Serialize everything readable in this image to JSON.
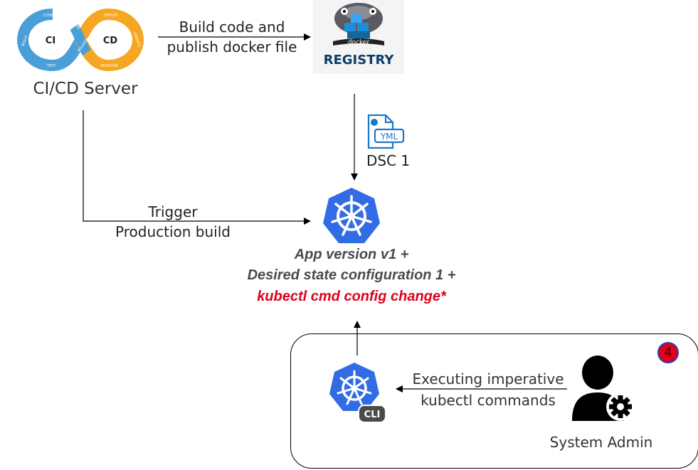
{
  "cicd": {
    "ci_text": "CI",
    "cd_text": "CD",
    "loop_labels": [
      "CODE",
      "BUILD",
      "TEST",
      "PLAN",
      "RELEASE",
      "DEPLOY",
      "OPERATE",
      "MONITOR"
    ],
    "server_label": "CI/CD Server",
    "colors": {
      "ci": "#4a9fd8",
      "cd": "#f5a623"
    }
  },
  "build_arrow": {
    "line1": "Build code and",
    "line2": "publish docker file"
  },
  "registry": {
    "docker_text": "docker",
    "registry_text": "REGISTRY"
  },
  "manifest": {
    "file_text": "YML",
    "label": "DSC 1"
  },
  "trigger": {
    "line1": "Trigger",
    "line2": "Production build"
  },
  "cluster": {
    "line1": "App version v1 +",
    "line2": "Desired state configuration 1 +",
    "line3": "kubectl cmd config change*",
    "colors": {
      "k8s_blue": "#326ce5",
      "highlight": "#e0001b",
      "statement": "#4a4a4a"
    }
  },
  "admin_box": {
    "badge": "4",
    "cli_text": "CLI",
    "exec_line1": "Executing imperative",
    "exec_line2": "kubectl commands",
    "admin_label": "System Admin"
  }
}
